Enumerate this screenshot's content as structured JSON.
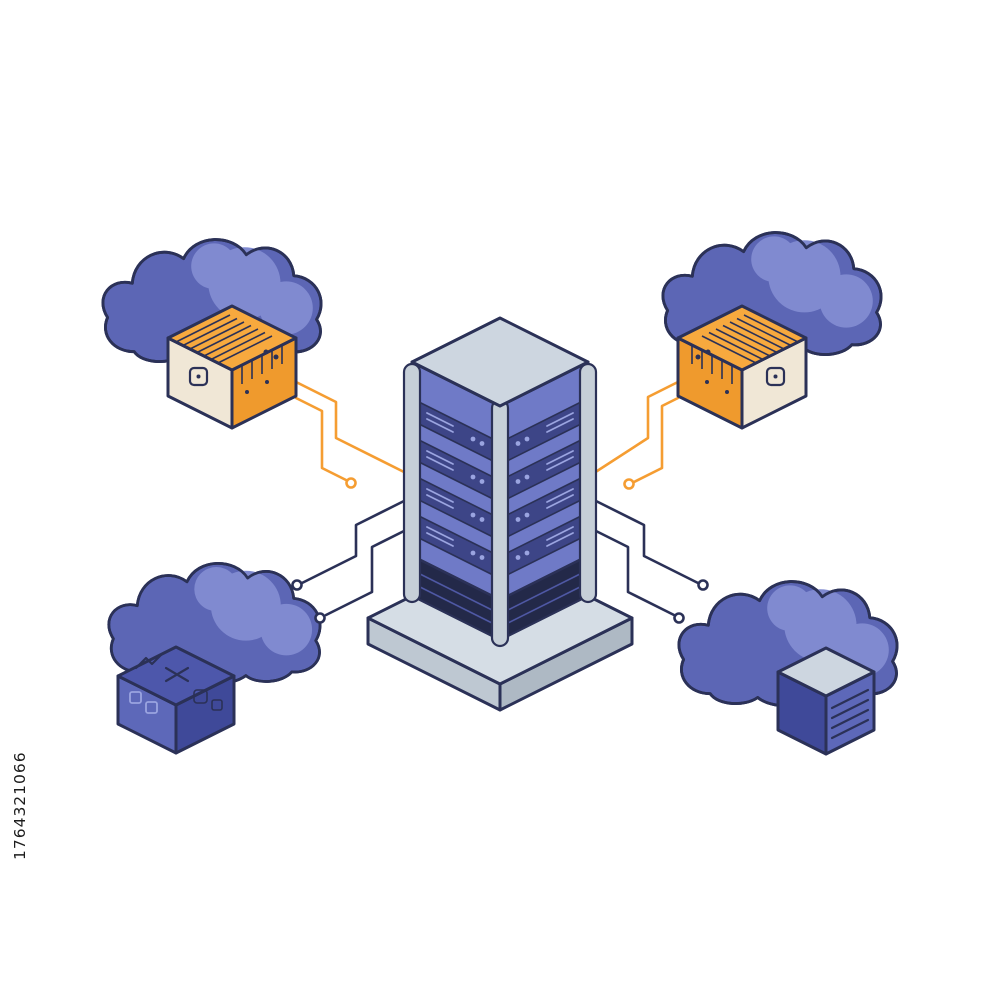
{
  "page": {
    "background": "#ffffff",
    "description": "Isometric vector illustration: central server rack tower connected by circuit lines to four cloud nodes with devices"
  },
  "watermark": {
    "id_text": "1764321066",
    "color": "#1c1c1c"
  },
  "palette": {
    "bg": "#ffffff",
    "outline": "#2b3157",
    "cloud_dark": "#5c66b5",
    "cloud_light": "#808ad0",
    "orange": "#f7a93e",
    "orange_dark": "#ef9a2d",
    "cream": "#f0e7d6",
    "server_face": "#6f7ac7",
    "server_unit": "#3d4587",
    "unit_line": "#9aa4e0",
    "server_top": "#cdd6e0",
    "pillar": "#c6cfd8",
    "dark_band": "#232949",
    "band_slat": "#4f58a4",
    "platform_top": "#d5dde5",
    "platform_side": "#bec8d2",
    "platform_side_dark": "#aeb9c4",
    "indigo_box": "#4d57ab",
    "indigo_box_dark": "#3f4999",
    "cube_face": "#5d68b9",
    "line_orange": "#f59d32",
    "line_dark": "#2b3157"
  },
  "scene": {
    "center": {
      "label": "server-rack",
      "unit_rows_per_face": 4
    },
    "nodes": [
      {
        "position": "top-left",
        "label": "cloud-gateway-orange"
      },
      {
        "position": "top-right",
        "label": "cloud-gateway-orange"
      },
      {
        "position": "bottom-left",
        "label": "cloud-module-indigo"
      },
      {
        "position": "bottom-right",
        "label": "cloud-storage-cube"
      }
    ],
    "links": {
      "orange_lines": 4,
      "dark_lines": 4,
      "end_nodes": "open-circles"
    }
  }
}
